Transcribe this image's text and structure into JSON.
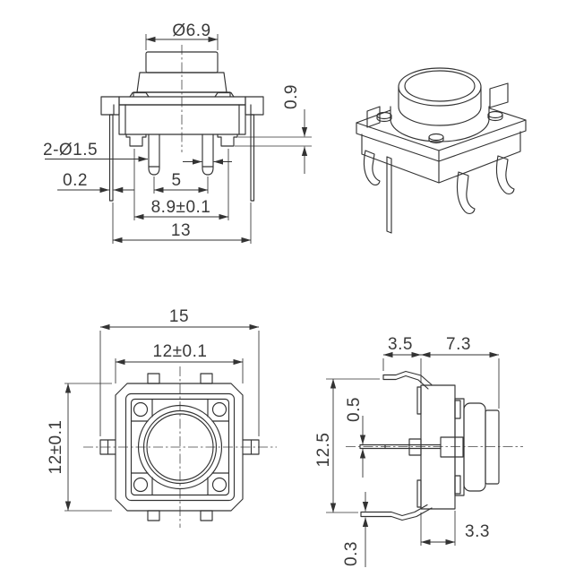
{
  "drawing": {
    "colors": {
      "background": "#ffffff",
      "line": "#333333"
    },
    "views": {
      "front": {
        "dims": {
          "cap_diameter": "Ø6.9",
          "standoff_height": "0.9",
          "pin_diameter": "2-Ø1.5",
          "leg_thickness": "0.2",
          "pin_pitch": "5",
          "boss_span": "8.9±0.1",
          "lead_span": "13"
        }
      },
      "top": {
        "dims": {
          "terminal_span": "15",
          "body_width": "12±0.1",
          "body_depth": "12±0.1"
        }
      },
      "side": {
        "dims": {
          "leg_offset": "3.5",
          "upper_depth": "7.3",
          "terminal_thickness": "0.5",
          "overall_size": "12.5",
          "base_depth": "3.3",
          "leg_lift": "0.3"
        }
      }
    }
  }
}
